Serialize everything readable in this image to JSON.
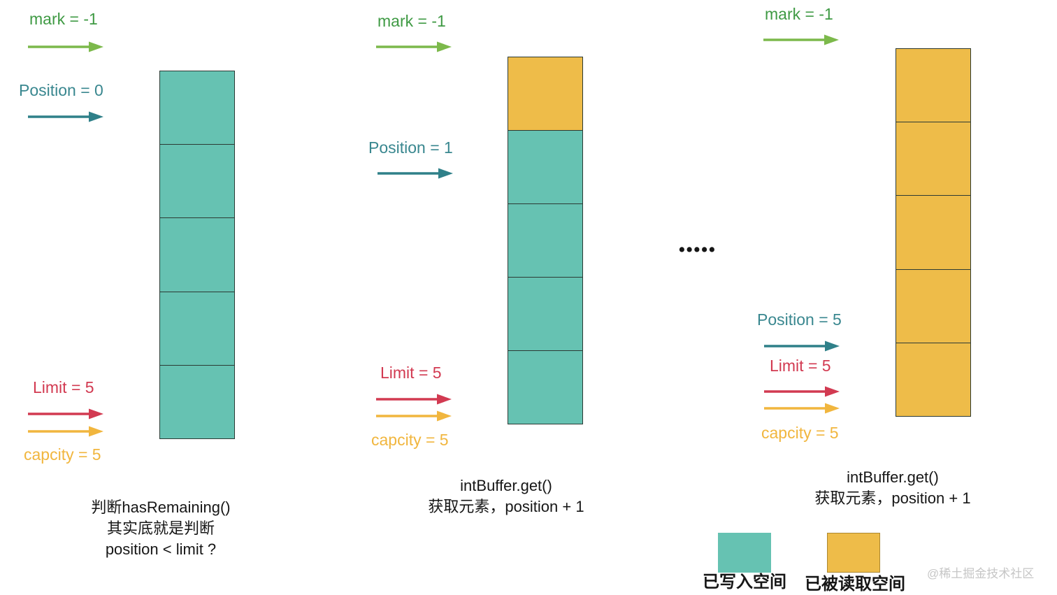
{
  "colors": {
    "written": "#66c2b2",
    "read": "#eebc49",
    "green_text": "#3f9a44",
    "green_arrow": "#7cb94b",
    "teal_text": "#39878f",
    "teal_arrow": "#2f8089",
    "red": "#d23a51",
    "amber": "#f1b63e",
    "ink": "#161616",
    "cell_border": "#2c3a34",
    "watermark": "#c6c6c6"
  },
  "panels": [
    {
      "mark_label": "mark = -1",
      "position_label": "Position = 0",
      "limit_label": "Limit = 5",
      "capacity_label": "capcity = 5",
      "cells": [
        "written",
        "written",
        "written",
        "written",
        "written"
      ],
      "caption": [
        "判断hasRemaining()",
        "其实底就是判断",
        "position < limit ?"
      ]
    },
    {
      "mark_label": "mark = -1",
      "position_label": "Position = 1",
      "limit_label": "Limit = 5",
      "capacity_label": "capcity = 5",
      "cells": [
        "read",
        "written",
        "written",
        "written",
        "written"
      ],
      "caption": [
        "intBuffer.get()",
        "获取元素，position + 1"
      ]
    },
    {
      "mark_label": "mark = -1",
      "position_label": "Position = 5",
      "limit_label": "Limit = 5",
      "capacity_label": "capcity = 5",
      "cells": [
        "read",
        "read",
        "read",
        "read",
        "read"
      ],
      "caption": [
        "intBuffer.get()",
        "获取元素，position + 1"
      ]
    }
  ],
  "ellipsis": "•••••",
  "legend": {
    "written_label": "已写入空间",
    "read_label": "已被读取空间"
  },
  "watermark": "@稀土掘金技术社区"
}
